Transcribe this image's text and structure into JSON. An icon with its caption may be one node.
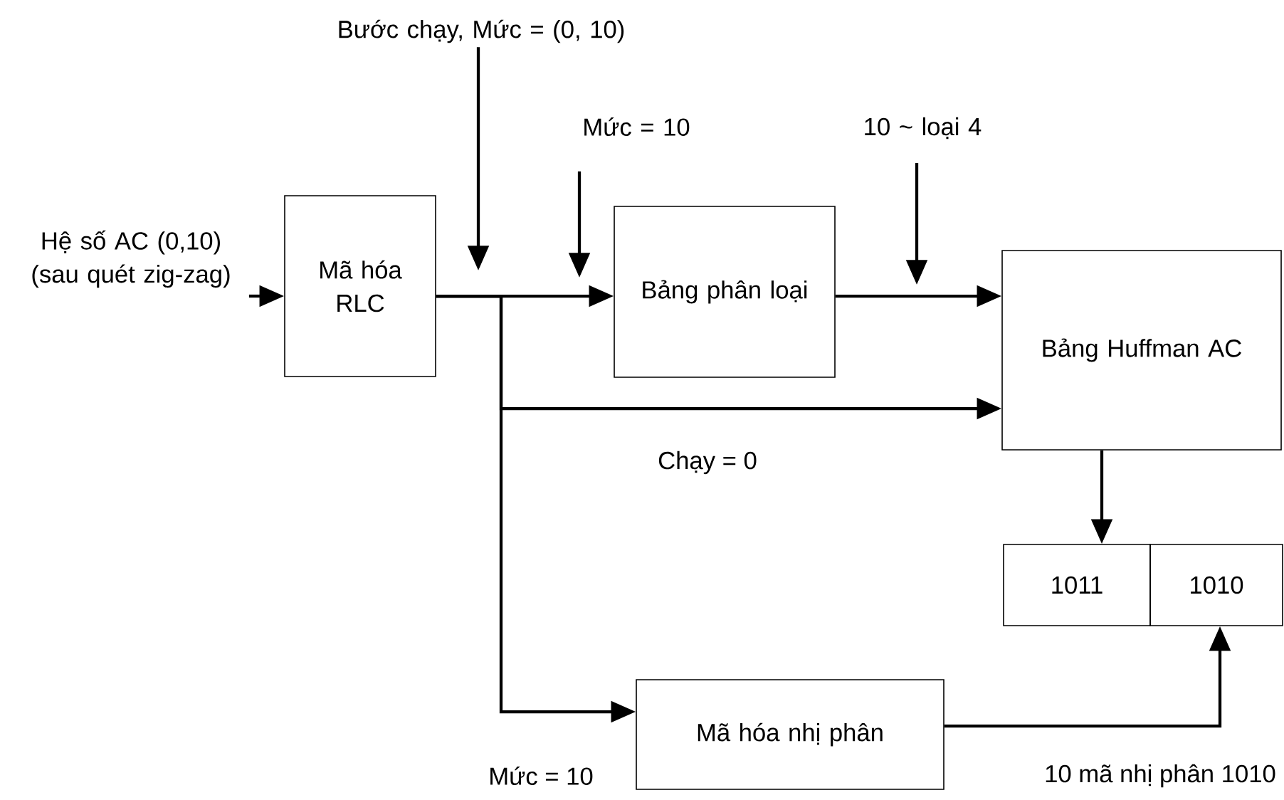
{
  "diagram": {
    "nodes": [
      {
        "text": [
          "Hệ số AC (0,10) (sau quét zig-zag)"
        ]
      },
      {
        "text": [
          "Mã hóa RLC"
        ]
      },
      {
        "text": [
          "Bảng phân loại"
        ]
      },
      {
        "text": [
          "Bảng Huffman AC"
        ]
      },
      {
        "text": [
          "1011"
        ]
      },
      {
        "text": [
          "1010"
        ]
      },
      {
        "text": [
          "Mã hóa nhị phân"
        ]
      },
      {
        "text": [
          "Bước chạy, Mức = (0, 10)"
        ]
      },
      {
        "text": [
          "Mức = 10"
        ]
      },
      {
        "text": [
          "10 ~ loại 4"
        ]
      }
    ],
    "edges": [
      {
        "from": 0,
        "to": 1,
        "arrow": "to"
      },
      {
        "from": 1,
        "to": 2,
        "arrow": "to"
      },
      {
        "from": 1,
        "to": 3,
        "arrow": "to",
        "label": "Chạy = 0"
      },
      {
        "from": 1,
        "to": 6,
        "arrow": "to",
        "label": "Mức = 10"
      },
      {
        "from": 2,
        "to": 3,
        "arrow": "to"
      },
      {
        "from": 3,
        "to": 4,
        "arrow": "to"
      },
      {
        "from": 6,
        "to": 5,
        "arrow": "to",
        "label": "10 mã nhị phân 1010"
      },
      {
        "from": 7,
        "to": null,
        "arrow": "to"
      },
      {
        "from": 8,
        "to": null,
        "arrow": "to"
      },
      {
        "from": 9,
        "to": null,
        "arrow": "to"
      }
    ]
  }
}
